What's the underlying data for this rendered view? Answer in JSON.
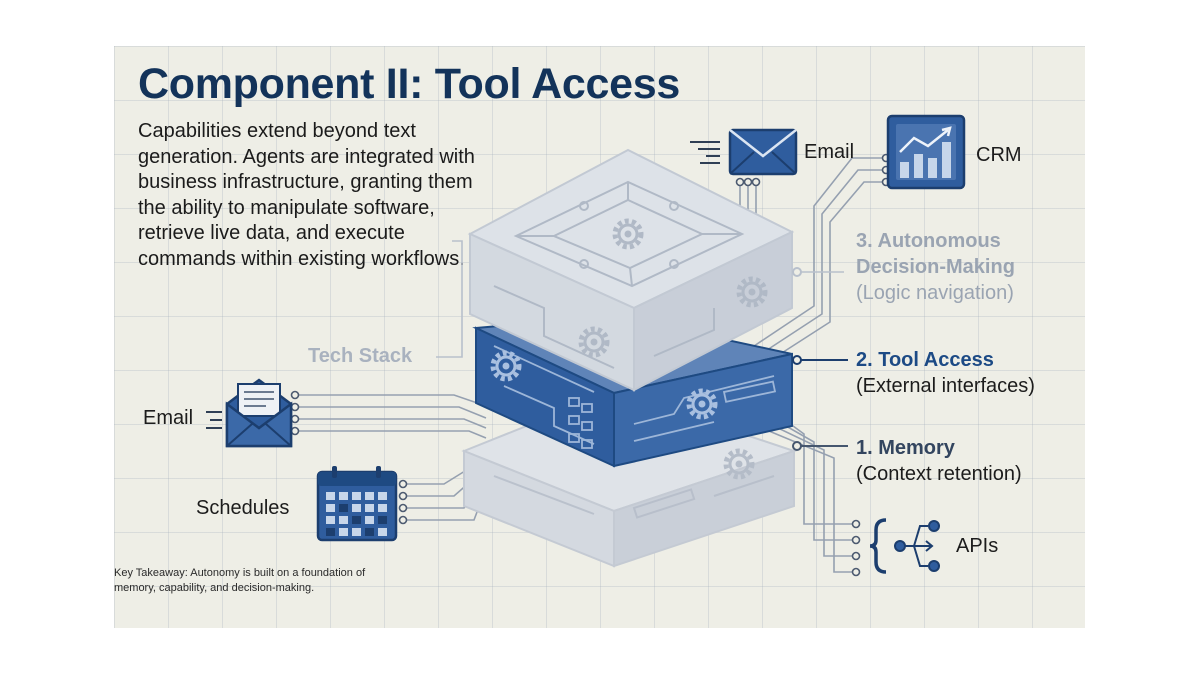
{
  "title": "Component II: Tool Access",
  "description": "Capabilities extend beyond text generation. Agents are integrated with business infrastructure, granting them the ability to manipulate software, retrieve live data, and execute commands within existing workflows.",
  "stack_label": "Tech Stack",
  "layers": [
    {
      "name": "3. Autonomous Decision-Making",
      "name_line1": "3. Autonomous",
      "name_line2": "Decision-Making",
      "detail": "(Logic navigation)"
    },
    {
      "name": "2. Tool Access",
      "detail": "(External interfaces)"
    },
    {
      "name": "1. Memory",
      "detail": "(Context retention)"
    }
  ],
  "tools": {
    "email_top": "Email",
    "crm": "CRM",
    "email_left": "Email",
    "schedules": "Schedules",
    "apis": "APIs"
  },
  "footer": "Key Takeaway: Autonomy is built on a foundation of memory, capability, and decision-making.",
  "colors": {
    "title": "#13335a",
    "accent_blue": "#2f5d9e",
    "dark_blue": "#1c4a85",
    "ghost_grey": "#9aa4b2",
    "background": "#eeeee6"
  }
}
